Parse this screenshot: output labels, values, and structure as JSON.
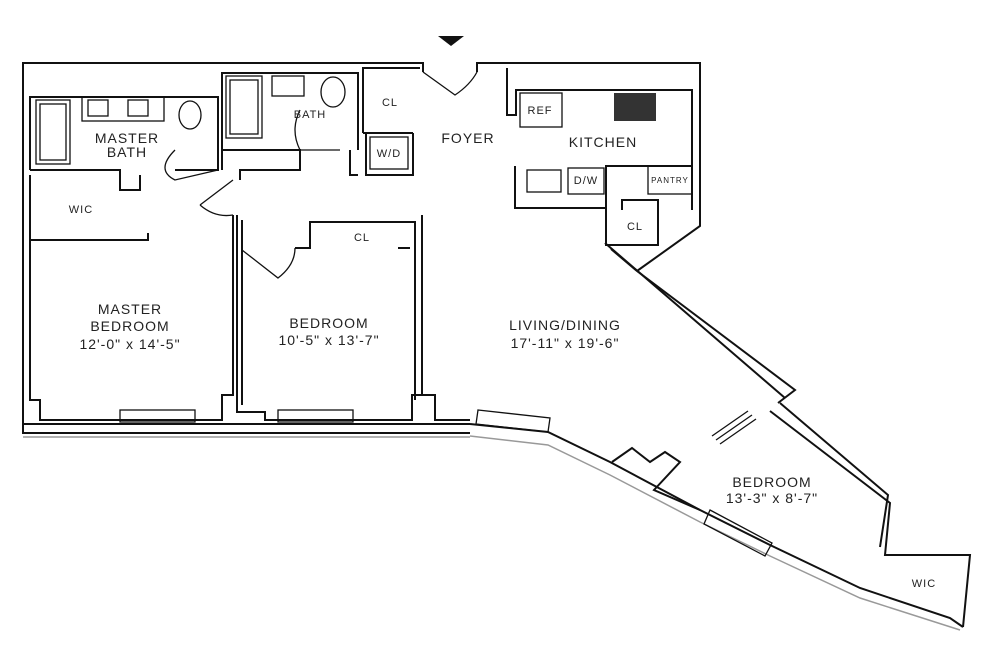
{
  "plan": {
    "rooms": {
      "master_bath": [
        "MASTER",
        "BATH"
      ],
      "bath": "BATH",
      "closet_foyer": "CL",
      "washer_dryer": "W/D",
      "foyer": "FOYER",
      "kitchen": "KITCHEN",
      "refrigerator": "REF",
      "dishwasher": "D/W",
      "pantry": "PANTRY",
      "closet_kitchen": "CL",
      "wic_master": "WIC",
      "closet_bedroom": "CL",
      "master_bedroom": {
        "name": [
          "MASTER",
          "BEDROOM"
        ],
        "size": "12'-0\" x 14'-5\""
      },
      "bedroom": {
        "name": "BEDROOM",
        "size": "10'-5\" x 13'-7\""
      },
      "living_dining": {
        "name": "LIVING/DINING",
        "size": "17'-11\" x 19'-6\""
      },
      "bedroom_2": {
        "name": "BEDROOM",
        "size": "13'-3\" x 8'-7\""
      },
      "wic_bedroom_2": "WIC"
    },
    "entry_marker": "entry-arrow-icon"
  }
}
